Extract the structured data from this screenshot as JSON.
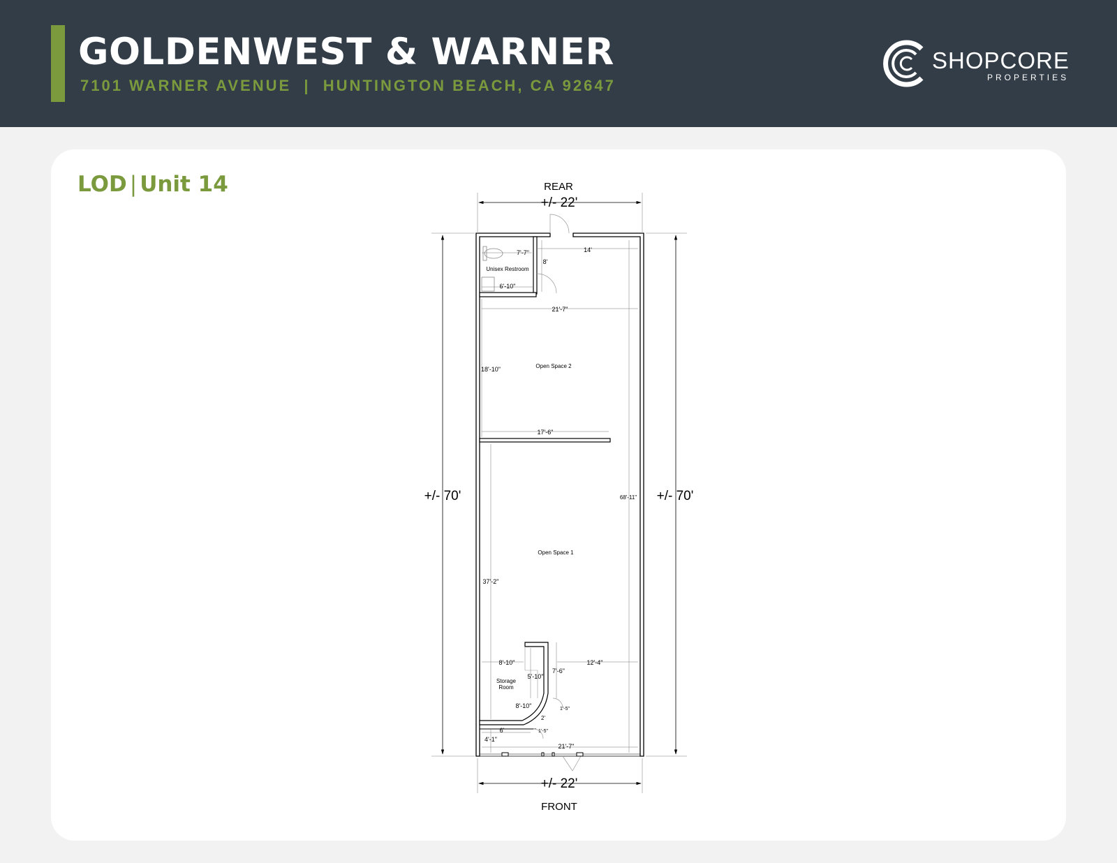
{
  "header": {
    "title": "GOLDENWEST & WARNER",
    "address": "7101 WARNER AVENUE  |  HUNTINGTON BEACH, CA 92647",
    "accent_color": "#7a9a3d",
    "background_color": "#333d48"
  },
  "logo": {
    "icon": "shopcore-c-logo-icon",
    "wordmark": "SHOPCORE",
    "subtitle": "PROPERTIES"
  },
  "plan_title": {
    "label": "LOD",
    "unit": "Unit 14"
  },
  "floor_plan": {
    "orientation": {
      "top": "REAR",
      "bottom": "FRONT"
    },
    "overall": {
      "width_top": "+/- 22'",
      "width_bottom": "+/- 22'",
      "depth_left": "+/- 70'",
      "depth_right": "+/- 70'"
    },
    "rooms": {
      "restroom": "Unisex Restroom",
      "open_space_2": "Open Space 2",
      "open_space_1": "Open Space 1",
      "storage_line1": "Storage",
      "storage_line2": "Room"
    },
    "dimensions": {
      "restroom_width": "7'-7\"",
      "restroom_depth": "8'",
      "restroom_inner": "6'-10\"",
      "rear_right": "14'",
      "width_upper": "21'-7\"",
      "open2_depth": "18'-10\"",
      "partition": "17'-6\"",
      "total_depth": "68'-11\"",
      "open1_depth": "37'-2\"",
      "storage_width": "8'-10\"",
      "storage_inner": "5'-10\"",
      "storage_depth": "7'-6\"",
      "storage_right": "12'-4\"",
      "storage_bottom": "8'-10\"",
      "storage_door": "1'-5\"",
      "small_2": "2'",
      "small_6": "6'",
      "small_door": "1'-5\"",
      "front_offset": "4'-1\"",
      "width_front": "21'-7\""
    }
  }
}
